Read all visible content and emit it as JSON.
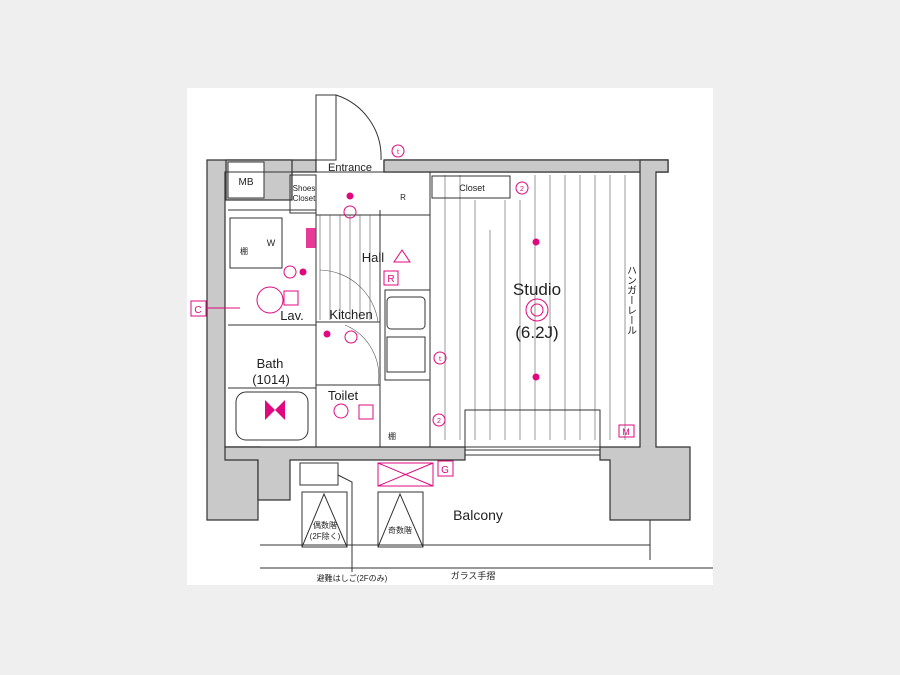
{
  "colors": {
    "accent": "#e0087e",
    "wall": "#c9c9c9"
  },
  "rooms": {
    "mb": "MB",
    "entrance": "Entrance",
    "shoes_closet_1": "Shoes",
    "shoes_closet_2": "Closet",
    "closet": "Closet",
    "hall": "Hall",
    "washer": "W",
    "lav": "Lav.",
    "kitchen": "Kitchen",
    "studio": "Studio",
    "studio_size": "(6.2J)",
    "hanger_rail": "ハンガーレール",
    "bath": "Bath",
    "bath_size": "(1014)",
    "toilet": "Toilet",
    "balcony": "Balcony",
    "even_floor_1": "偶数階",
    "even_floor_2": "(2F除く)",
    "odd_floor": "奇数階",
    "escape_ladder": "避難はしご(2Fのみ)",
    "glass_rail": "ガラス手摺",
    "shelf_1": "棚",
    "shelf_2": "棚"
  },
  "markers": {
    "c": "C",
    "g": "G",
    "m": "M",
    "r": "R",
    "r2": "R",
    "t1": "t",
    "t2": "t",
    "n2a": "2",
    "n2b": "2"
  }
}
